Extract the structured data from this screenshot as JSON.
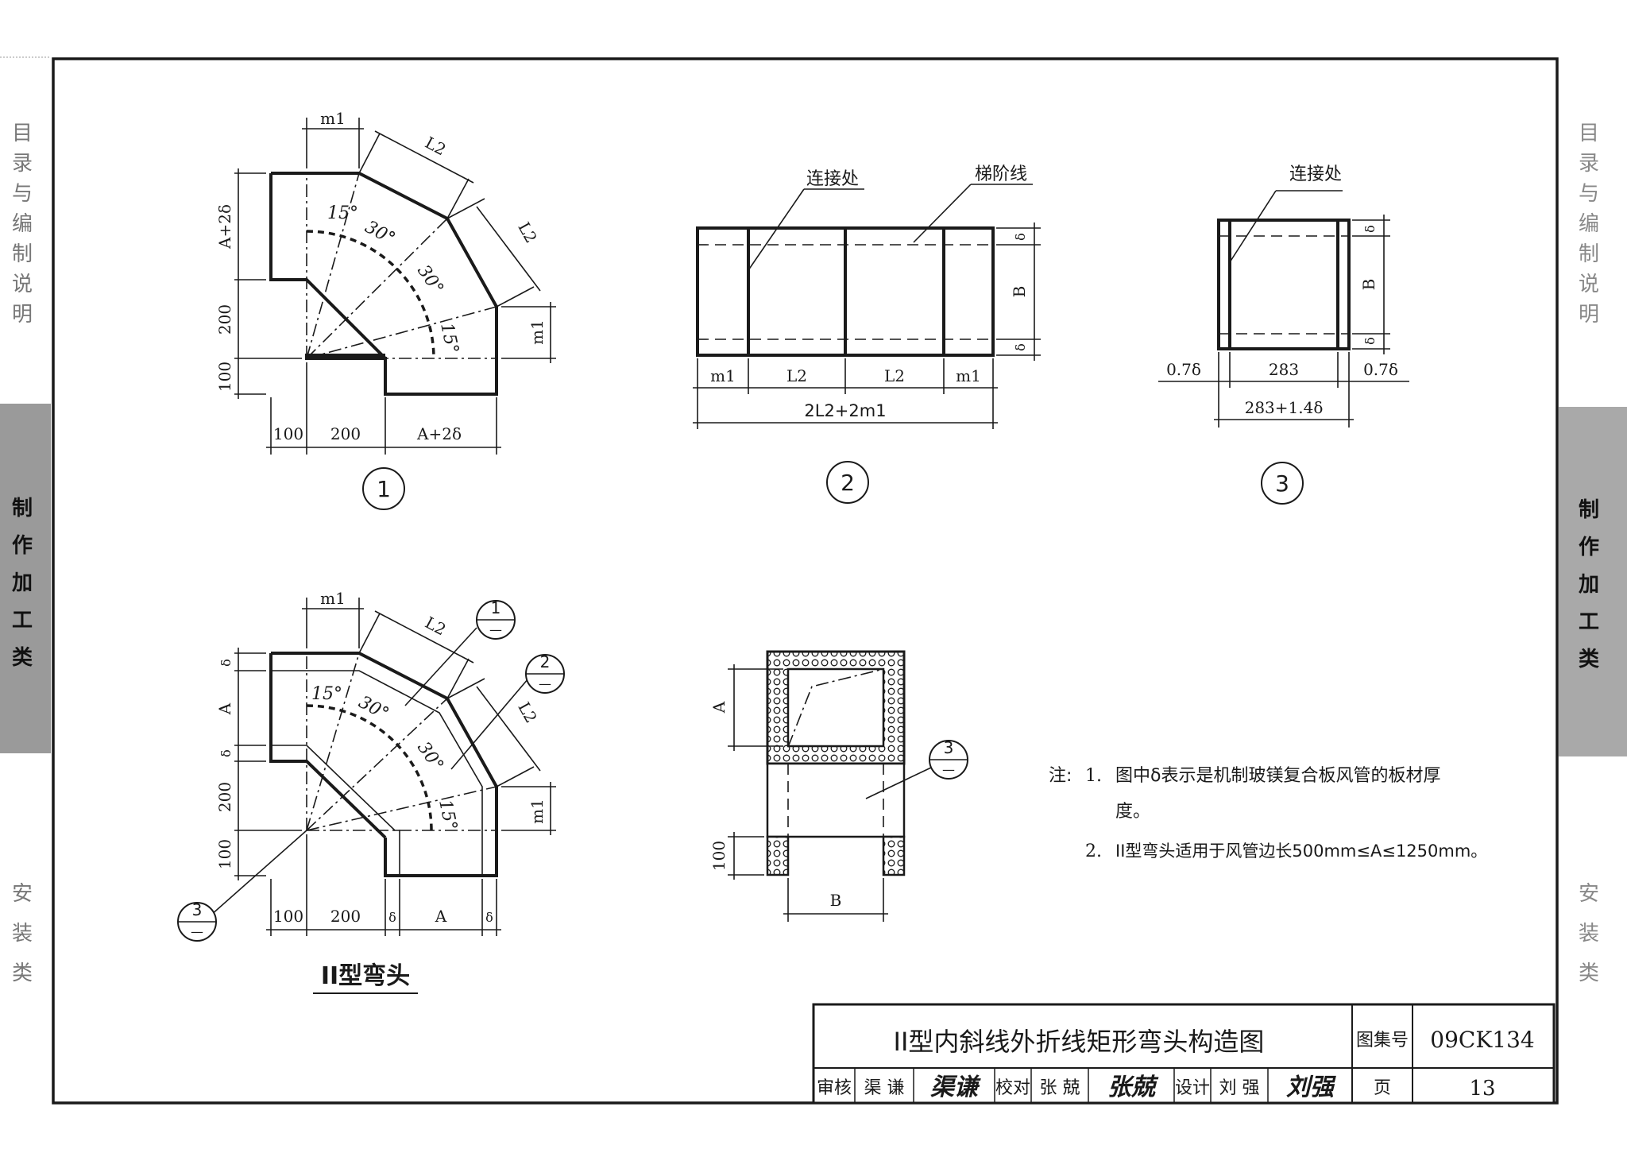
{
  "side_nav": {
    "section1": [
      "目",
      "录",
      "与",
      "编",
      "制",
      "说",
      "明"
    ],
    "section2": [
      "制",
      "作",
      "加",
      "工",
      "类"
    ],
    "section3": [
      "安",
      "装",
      "类"
    ]
  },
  "fig1": {
    "label_m1": "m1",
    "label_L2a": "L2",
    "label_L2b": "L2",
    "angle_15a": "15°",
    "angle_30a": "30°",
    "angle_30b": "30°",
    "angle_15b": "15°",
    "left_A2d": "A+2δ",
    "left_200": "200",
    "left_100": "100",
    "right_m1": "m1",
    "bottom_100": "100",
    "bottom_200": "200",
    "bottom_A2d": "A+2δ",
    "number": "1"
  },
  "fig2": {
    "callout_joint": "连接处",
    "callout_step": "梯阶线",
    "dim_m1a": "m1",
    "dim_L2a": "L2",
    "dim_L2b": "L2",
    "dim_m1b": "m1",
    "dim_total": "2L2+2m1",
    "right_d1": "δ",
    "right_B": "B",
    "right_d2": "δ",
    "number": "2"
  },
  "fig3": {
    "callout_joint": "连接处",
    "dim_07d_left": "0.7δ",
    "dim_283": "283",
    "dim_07d_right": "0.7δ",
    "dim_total": "283+1.4δ",
    "right_d1": "δ",
    "right_B": "B",
    "right_d2": "δ",
    "number": "3"
  },
  "fig4": {
    "label_m1": "m1",
    "label_L2a": "L2",
    "label_L2b": "L2",
    "angle_15a": "15°",
    "angle_30a": "30°",
    "angle_30b": "30°",
    "angle_15b": "15°",
    "left_d1": "δ",
    "left_A": "A",
    "left_d2": "δ",
    "left_200": "200",
    "left_100": "100",
    "right_m1": "m1",
    "bottom_100": "100",
    "bottom_200": "200",
    "bottom_d1": "δ",
    "bottom_A": "A",
    "bottom_d2": "δ",
    "ref1_top": "1",
    "ref2_top": "2",
    "ref3_top": "3",
    "ref_dash": "—",
    "caption": "II型弯头"
  },
  "fig5": {
    "left_A": "A",
    "left_100": "100",
    "bottom_B": "B",
    "ref3_top": "3",
    "ref_dash": "—"
  },
  "notes": {
    "prefix": "注:",
    "n1_num": "1.",
    "n1_line1": "图中δ表示是机制玻镁复合板风管的板材厚",
    "n1_line2": "度。",
    "n2_num": "2.",
    "n2_line1": "II型弯头适用于风管边长500mm≤A≤1250mm。"
  },
  "title_block": {
    "title": "II型内斜线外折线矩形弯头构造图",
    "atlas_label": "图集号",
    "atlas_value": "09CK134",
    "review_label": "审核",
    "review_name": "渠 谦",
    "review_sign": "渠谦",
    "check_label": "校对",
    "check_name": "张 兢",
    "check_sign": "张兢",
    "design_label": "设计",
    "design_name": "刘 强",
    "design_sign": "刘强",
    "page_label": "页",
    "page_value": "13"
  }
}
